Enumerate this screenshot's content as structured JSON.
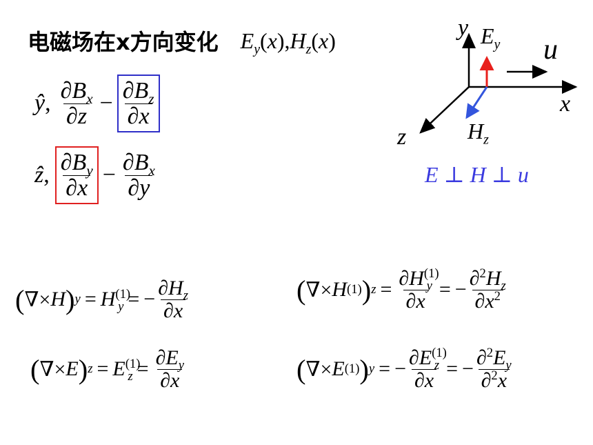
{
  "title_cn": "电磁场在x方向变化",
  "title_fields": "E_y(x), H_z(x)",
  "colors": {
    "box_blue": "#2f2fc8",
    "box_red": "#e02020",
    "arrow_red": "#e8201c",
    "arrow_blue": "#3355dd",
    "label_blue": "#3a3adf"
  },
  "curl": {
    "y_row": "ŷ, ∂Bx/∂z − ∂Bz/∂x",
    "z_row": "ẑ, ∂By/∂x − ∂Bx/∂y"
  },
  "axes": {
    "x": "x",
    "y": "y",
    "z": "z",
    "E": "E_y",
    "H": "H_z",
    "u": "u"
  },
  "perp_label": "E ⊥ H ⊥ u",
  "equations": {
    "eq1": "(∇×H)_y = H_y^(1) = −∂H_z/∂x",
    "eq2": "(∇×H^(1))_z = ∂H_y^(1)/∂x = −∂²H_z/∂x²",
    "eq3": "(∇×E)_z = E_z^(1) = ∂E_y/∂x",
    "eq4": "(∇×E^(1))_y = −∂E_z^(1)/∂x = −∂²E_y/∂²x"
  }
}
